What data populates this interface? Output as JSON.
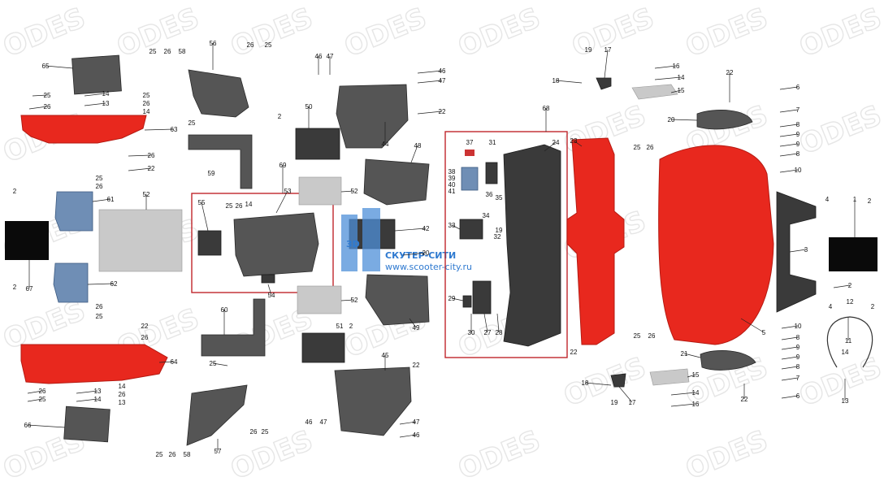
{
  "watermark": {
    "brand": "ODES"
  },
  "logo": {
    "mark": "3D",
    "name": "СКУТЕР-СИТИ",
    "url": "www.scooter-city.ru"
  },
  "colors": {
    "body_panel": "#e8281e",
    "frame_box": "#c0262c",
    "logo": "#2f7ad0"
  },
  "callouts": [
    {
      "id": "c65",
      "text": "65"
    },
    {
      "id": "c25a",
      "text": "25"
    },
    {
      "id": "c26a",
      "text": "26"
    },
    {
      "id": "c58a",
      "text": "58"
    },
    {
      "id": "c56",
      "text": "56"
    },
    {
      "id": "c26b",
      "text": "26"
    },
    {
      "id": "c25b",
      "text": "25"
    },
    {
      "id": "c25c",
      "text": "25"
    },
    {
      "id": "c14a",
      "text": "14"
    },
    {
      "id": "c13a",
      "text": "13"
    },
    {
      "id": "c26c",
      "text": "26"
    },
    {
      "id": "c25d",
      "text": "25"
    },
    {
      "id": "c26d",
      "text": "26"
    },
    {
      "id": "c14b",
      "text": "14"
    },
    {
      "id": "c63",
      "text": "63"
    },
    {
      "id": "c25e",
      "text": "25"
    },
    {
      "id": "c26e",
      "text": "26"
    },
    {
      "id": "c22a",
      "text": "22"
    },
    {
      "id": "c25f",
      "text": "25"
    },
    {
      "id": "c26f",
      "text": "26"
    },
    {
      "id": "c59",
      "text": "59"
    },
    {
      "id": "c61",
      "text": "61"
    },
    {
      "id": "c52a",
      "text": "52"
    },
    {
      "id": "c2a",
      "text": "2"
    },
    {
      "id": "c67",
      "text": "67"
    },
    {
      "id": "c2b",
      "text": "2"
    },
    {
      "id": "c62",
      "text": "62"
    },
    {
      "id": "c26g",
      "text": "26"
    },
    {
      "id": "c25g",
      "text": "25"
    },
    {
      "id": "c22b",
      "text": "22"
    },
    {
      "id": "c26h",
      "text": "26"
    },
    {
      "id": "c64",
      "text": "64"
    },
    {
      "id": "c13b",
      "text": "13"
    },
    {
      "id": "c26i",
      "text": "26"
    },
    {
      "id": "c14c",
      "text": "14"
    },
    {
      "id": "c25h",
      "text": "25"
    },
    {
      "id": "c66",
      "text": "66"
    },
    {
      "id": "c14d",
      "text": "14"
    },
    {
      "id": "c26j",
      "text": "26"
    },
    {
      "id": "c13c",
      "text": "13"
    },
    {
      "id": "c25i",
      "text": "25"
    },
    {
      "id": "c26k",
      "text": "26"
    },
    {
      "id": "c58b",
      "text": "58"
    },
    {
      "id": "c57",
      "text": "57"
    },
    {
      "id": "c26l",
      "text": "26"
    },
    {
      "id": "c25j",
      "text": "25"
    },
    {
      "id": "c60",
      "text": "60"
    },
    {
      "id": "c25k",
      "text": "25"
    },
    {
      "id": "c46a",
      "text": "46"
    },
    {
      "id": "c47a",
      "text": "47"
    },
    {
      "id": "c46b",
      "text": "46"
    },
    {
      "id": "c47b",
      "text": "47"
    },
    {
      "id": "c22c",
      "text": "22"
    },
    {
      "id": "c44",
      "text": "44"
    },
    {
      "id": "c2c",
      "text": "2"
    },
    {
      "id": "c50",
      "text": "50"
    },
    {
      "id": "c69",
      "text": "69"
    },
    {
      "id": "c55",
      "text": "55"
    },
    {
      "id": "c25l",
      "text": "25"
    },
    {
      "id": "c26m",
      "text": "26"
    },
    {
      "id": "c14e",
      "text": "14"
    },
    {
      "id": "c53",
      "text": "53"
    },
    {
      "id": "c52b",
      "text": "52"
    },
    {
      "id": "c48",
      "text": "48"
    },
    {
      "id": "c42",
      "text": "42"
    },
    {
      "id": "c20a",
      "text": "20"
    },
    {
      "id": "c54",
      "text": "54"
    },
    {
      "id": "c52c",
      "text": "52"
    },
    {
      "id": "c49",
      "text": "49"
    },
    {
      "id": "c51",
      "text": "51"
    },
    {
      "id": "c2d",
      "text": "2"
    },
    {
      "id": "c45",
      "text": "45"
    },
    {
      "id": "c22d",
      "text": "22"
    },
    {
      "id": "c47c",
      "text": "47"
    },
    {
      "id": "c46c",
      "text": "46"
    },
    {
      "id": "c46d",
      "text": "46"
    },
    {
      "id": "c47d",
      "text": "47"
    },
    {
      "id": "c68",
      "text": "68"
    },
    {
      "id": "c37",
      "text": "37"
    },
    {
      "id": "c31",
      "text": "31"
    },
    {
      "id": "c24",
      "text": "24"
    },
    {
      "id": "c38",
      "text": "38"
    },
    {
      "id": "c39",
      "text": "39"
    },
    {
      "id": "c40",
      "text": "40"
    },
    {
      "id": "c41",
      "text": "41"
    },
    {
      "id": "c36",
      "text": "36"
    },
    {
      "id": "c35",
      "text": "35"
    },
    {
      "id": "c34",
      "text": "34"
    },
    {
      "id": "c33",
      "text": "33"
    },
    {
      "id": "c19a",
      "text": "19"
    },
    {
      "id": "c32",
      "text": "32"
    },
    {
      "id": "c29",
      "text": "29"
    },
    {
      "id": "c30",
      "text": "30"
    },
    {
      "id": "c27",
      "text": "27"
    },
    {
      "id": "c28",
      "text": "28"
    },
    {
      "id": "c22e",
      "text": "22"
    },
    {
      "id": "c23",
      "text": "23"
    },
    {
      "id": "c19b",
      "text": "19"
    },
    {
      "id": "c17a",
      "text": "17"
    },
    {
      "id": "c18a",
      "text": "18"
    },
    {
      "id": "c16a",
      "text": "16"
    },
    {
      "id": "c14f",
      "text": "14"
    },
    {
      "id": "c15a",
      "text": "15"
    },
    {
      "id": "c22f",
      "text": "22"
    },
    {
      "id": "c20b",
      "text": "20"
    },
    {
      "id": "c6a",
      "text": "6"
    },
    {
      "id": "c7a",
      "text": "7"
    },
    {
      "id": "c8a",
      "text": "8"
    },
    {
      "id": "c9a",
      "text": "9"
    },
    {
      "id": "c9b",
      "text": "9"
    },
    {
      "id": "c8b",
      "text": "8"
    },
    {
      "id": "c10a",
      "text": "10"
    },
    {
      "id": "c25m",
      "text": "25"
    },
    {
      "id": "c26n",
      "text": "26"
    },
    {
      "id": "c4a",
      "text": "4"
    },
    {
      "id": "c1",
      "text": "1"
    },
    {
      "id": "c2e",
      "text": "2"
    },
    {
      "id": "c3",
      "text": "3"
    },
    {
      "id": "c2f",
      "text": "2"
    },
    {
      "id": "c4b",
      "text": "4"
    },
    {
      "id": "c12",
      "text": "12"
    },
    {
      "id": "c2g",
      "text": "2"
    },
    {
      "id": "c11",
      "text": "11"
    },
    {
      "id": "c5",
      "text": "5"
    },
    {
      "id": "c25n",
      "text": "25"
    },
    {
      "id": "c26o",
      "text": "26"
    },
    {
      "id": "c10b",
      "text": "10"
    },
    {
      "id": "c8c",
      "text": "8"
    },
    {
      "id": "c9c",
      "text": "9"
    },
    {
      "id": "c9d",
      "text": "9"
    },
    {
      "id": "c8d",
      "text": "8"
    },
    {
      "id": "c7b",
      "text": "7"
    },
    {
      "id": "c6b",
      "text": "6"
    },
    {
      "id": "c21",
      "text": "21"
    },
    {
      "id": "c14g",
      "text": "14"
    },
    {
      "id": "c13d",
      "text": "13"
    },
    {
      "id": "c15b",
      "text": "15"
    },
    {
      "id": "c18b",
      "text": "18"
    },
    {
      "id": "c19c",
      "text": "19"
    },
    {
      "id": "c17b",
      "text": "17"
    },
    {
      "id": "c22g",
      "text": "22"
    },
    {
      "id": "c14h",
      "text": "14"
    },
    {
      "id": "c16b",
      "text": "16"
    }
  ]
}
